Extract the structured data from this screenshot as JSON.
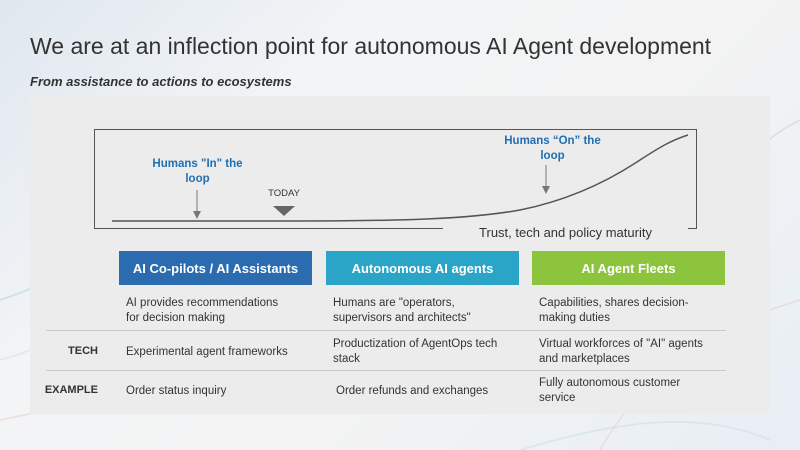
{
  "slide": {
    "title": "We are at an inflection point for autonomous AI Agent development",
    "subtitle": "From assistance to actions to ecosystems"
  },
  "curve": {
    "axis_label": "Trust, tech and policy maturity",
    "callout_in": [
      "Humans \"In\" the",
      "loop"
    ],
    "callout_on": [
      "Humans “On” the",
      "loop"
    ],
    "today_label": "TODAY",
    "colors": {
      "callout": "#1f6fb2",
      "line": "#555555"
    }
  },
  "stages": [
    {
      "label": "AI Co-pilots / AI Assistants",
      "color": "#2b6cb0"
    },
    {
      "label": "Autonomous AI agents",
      "color": "#2aa5c7"
    },
    {
      "label": "AI Agent Fleets",
      "color": "#8cc43e"
    }
  ],
  "rows": [
    {
      "label": "",
      "cells": [
        [
          "AI provides recommendations",
          "for decision making"
        ],
        [
          "Humans are \"operators,",
          "supervisors and architects\""
        ],
        [
          "Capabilities, shares decision-",
          "making duties"
        ]
      ]
    },
    {
      "label": "TECH",
      "cells": [
        [
          "Experimental agent frameworks"
        ],
        [
          "Productization of AgentOps tech",
          "stack"
        ],
        [
          "Virtual workforces of \"AI\" agents",
          "and marketplaces"
        ]
      ]
    },
    {
      "label": "EXAMPLE",
      "cells": [
        [
          "Order status inquiry"
        ],
        [
          "Order refunds and exchanges"
        ],
        [
          "Fully autonomous customer",
          "service"
        ]
      ]
    }
  ]
}
